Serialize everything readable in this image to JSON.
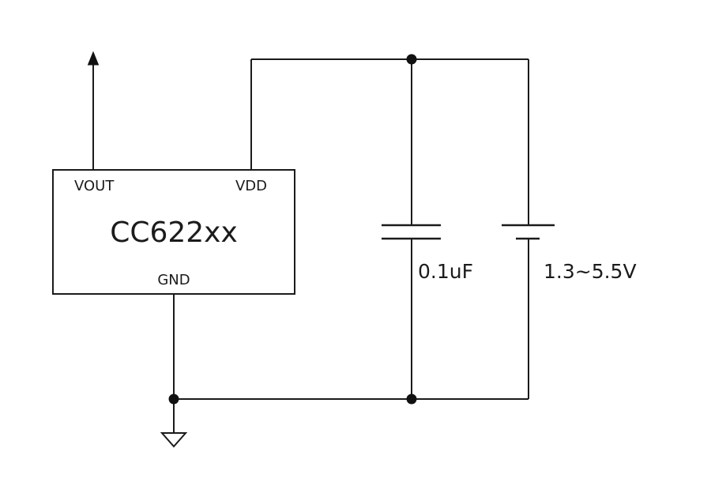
{
  "colors": {
    "background": "#ffffff",
    "line": "#1b1b1b",
    "text": "#1b1b1b",
    "junction_dot": "#111111"
  },
  "chip": {
    "part_number": "CC622xx",
    "pin_vout": "VOUT",
    "pin_vdd": "VDD",
    "pin_gnd": "GND"
  },
  "capacitor": {
    "value": "0.1uF"
  },
  "battery": {
    "voltage_range": "1.3~5.5V"
  }
}
